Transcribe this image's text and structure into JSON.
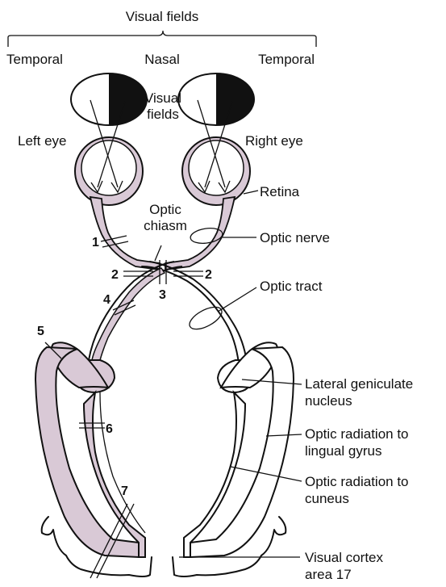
{
  "labels": {
    "header": "Visual fields",
    "temporal_left": "Temporal",
    "nasal": "Nasal",
    "temporal_right": "Temporal",
    "visual_fields_inner_1": "Visual",
    "visual_fields_inner_2": "fields",
    "left_eye": "Left eye",
    "right_eye": "Right eye",
    "retina": "Retina",
    "optic_chiasm_1": "Optic",
    "optic_chiasm_2": "chiasm",
    "optic_nerve": "Optic nerve",
    "optic_tract": "Optic tract",
    "lgn_1": "Lateral geniculate",
    "lgn_2": "nucleus",
    "radiation_lingual_1": "Optic radiation to",
    "radiation_lingual_2": "lingual gyrus",
    "radiation_cuneus_1": "Optic radiation to",
    "radiation_cuneus_2": "cuneus",
    "visual_cortex_1": "Visual cortex",
    "visual_cortex_2": "area 17"
  },
  "lesion_numbers": [
    "1",
    "2",
    "2",
    "3",
    "4",
    "5",
    "6",
    "7"
  ],
  "colors": {
    "pathway_fill": "#d9c9d6",
    "line": "#111111",
    "field_dark": "#111111"
  }
}
